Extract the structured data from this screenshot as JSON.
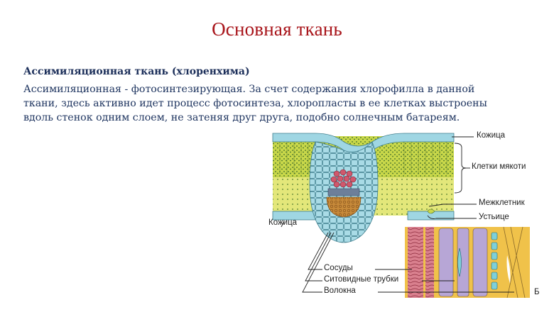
{
  "slide": {
    "title": "Основная ткань",
    "subheading": "Ассимиляционная ткань (хлоренхима)",
    "body_lines": [
      "Ассимиляционная - фотосинтезирующая. За счет содержания хлорофилла в данной",
      "ткани, здесь активно идет процесс фотосинтеза, хлоропласты в ее клетках выстроены",
      "вдоль стенок одним слоем, не затеняя друг друга, подобно солнечным батареям."
    ]
  },
  "figure": {
    "labels": {
      "epidermis_top": "Кожица",
      "mesophyll": "Клетки мякоти",
      "intercellular": "Межклетник",
      "stoma": "Устьице",
      "epidermis_bottom": "Кожица",
      "vessels": "Сосуды",
      "sieve_tubes": "Ситовидные трубки",
      "fibers": "Волокна",
      "panel_letter": "Б"
    },
    "colors": {
      "epidermis": "#9fd6e3",
      "mesophyll": "#c9d84a",
      "spongy": "#e3e77a",
      "bundle_sheath": "#a9dbe6",
      "xylem": "#d0586c",
      "phloem": "#6d7f9a",
      "fibers": "#c78a3a",
      "vessel_pink": "#d9808e",
      "sieve_purple": "#b7a6d6",
      "wall_yellow": "#f0c24a"
    }
  }
}
